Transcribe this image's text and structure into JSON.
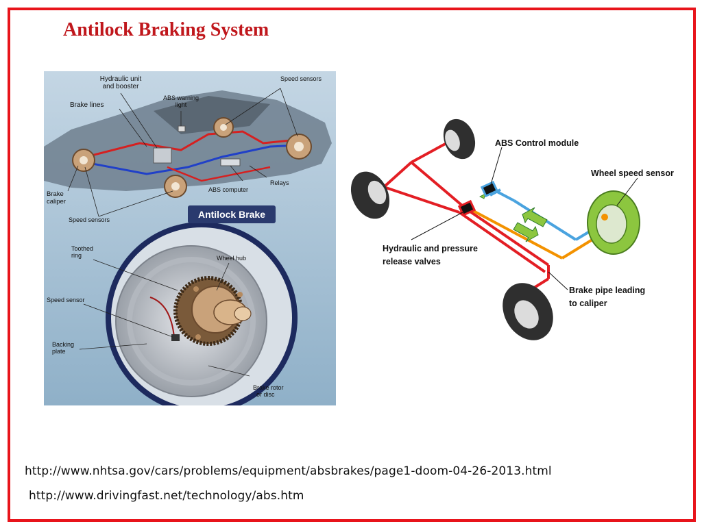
{
  "slide": {
    "title": "Antilock Braking System",
    "links": [
      "http://www.nhtsa.gov/cars/problems/equipment/absbrakes/page1-doom-04-26-2013.html",
      "http://www.drivingfast.net/technology/abs.htm"
    ]
  },
  "left_diagram": {
    "labels": {
      "hydraulic_unit": [
        "Hydraulic unit",
        "and booster"
      ],
      "brake_lines": "Brake lines",
      "abs_warning": [
        "ABS warning",
        "light"
      ],
      "speed_sensors_top": "Speed sensors",
      "brake_caliper": [
        "Brake",
        "caliper"
      ],
      "abs_computer": "ABS computer",
      "relays": "Relays",
      "speed_sensors_bottom": "Speed sensors",
      "banner": "Antilock Brake",
      "toothed_ring": [
        "Toothed",
        "ring"
      ],
      "wheel_hub": "Wheel hub",
      "speed_sensor": "Speed sensor",
      "backing_plate": [
        "Backing",
        "plate"
      ],
      "brake_rotor": [
        "Brake rotor",
        "or disc"
      ]
    }
  },
  "right_diagram": {
    "labels": {
      "abs_control_module": "ABS Control module",
      "wheel_speed_sensor": "Wheel speed sensor",
      "hydraulic_valves": [
        "Hydraulic and pressure",
        "release valves"
      ],
      "brake_pipe": [
        "Brake pipe leading",
        "to caliper"
      ]
    },
    "colors": {
      "hydraulic": "#e31e24",
      "signal": "#4aa3df",
      "sensor_line": "#f39200",
      "sensor_wheel": "#8cc63f"
    }
  }
}
